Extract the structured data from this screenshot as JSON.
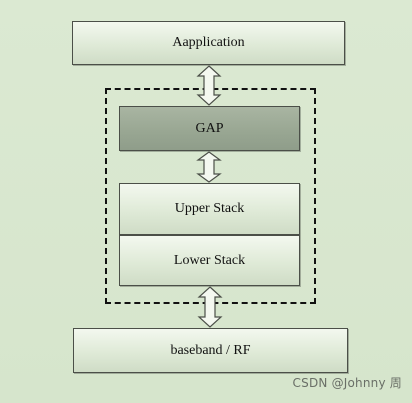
{
  "diagram": {
    "application_label": "Aapplication",
    "gap_label": "GAP",
    "upper_stack_label": "Upper Stack",
    "lower_stack_label": "Lower Stack",
    "baseband_label": "baseband / RF"
  },
  "watermark": "CSDN @Johnny 周"
}
